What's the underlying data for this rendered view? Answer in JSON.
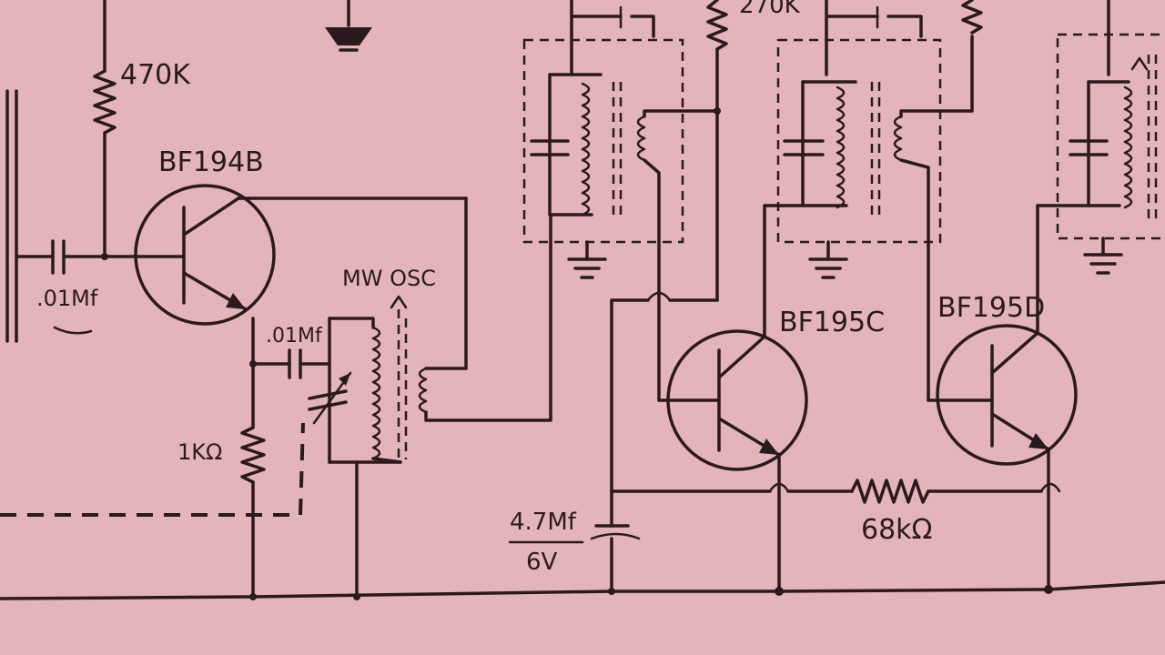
{
  "labels": {
    "r_bias": "470K",
    "q1": "BF194B",
    "c_in": ".01Mf",
    "osc": "MW OSC",
    "c_osc": ".01Mf",
    "r_emitter": "1KΩ",
    "q2": "BF195C",
    "q3": "BF195D",
    "r_top": "270K",
    "c_bypass_value": "4.7Mf",
    "c_bypass_voltage": "6V",
    "r_link": "68kΩ"
  },
  "colors": {
    "paper": "#e3b4b9",
    "ink": "#2b1a1d"
  }
}
